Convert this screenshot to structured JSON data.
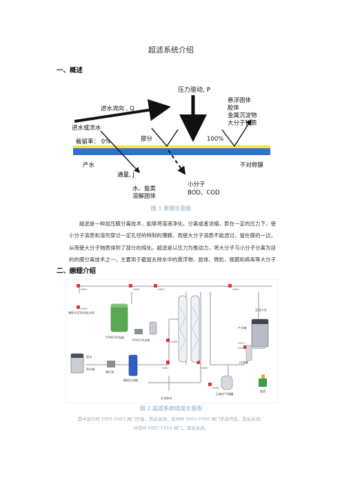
{
  "doc_title": "超滤系统介绍",
  "section1": {
    "heading": "一、概述"
  },
  "figure1": {
    "pressure_label": "压力驱动, P",
    "flow_in_label": "进水流向 , Q",
    "feed_label": "进水或浓水",
    "retention_label": "截留率：  0%",
    "partial_label": "部分",
    "full_label": "100%",
    "retained_title": "悬浮固体",
    "retained_items": [
      "胶体",
      "金属沉淀物",
      "大分子物质"
    ],
    "product_label": "产水",
    "asym_label": "不对称膜",
    "flux_label": "通量, J",
    "water_label": "水、盐类",
    "dissolved_label": "溶解固体",
    "small_label": "小分子",
    "bod_label": "BOD、COD",
    "membrane_color": "#2f6fd0",
    "membrane_top_color": "#f2e24a",
    "caption": "图 1  原理示意图"
  },
  "paragraph1": "超滤是一种加压膜分离技术，能够将溶液净化、分离或者浓缩，即在一定的压力下，使小分子溶质和溶剂穿过一定孔径的特制的薄膜，而使大分子溶质不能透过，留在膜的一边，从而使大分子物质得到了部分的纯化。超滤是以压力为推动力，将大分子与小分子分离为目的的膜分离技术之一，主要用于截留去除水中的悬浮物、胶体、微粒、细菌和病毒等大分子物质。",
  "section2": {
    "heading": "二、原理介绍"
  },
  "figure2": {
    "labels": {
      "top_left": "辅助水反洗进出水阀",
      "tank_label": "1TMCF冲洗器",
      "tank2_label": "1TMCF冲洗泵",
      "raw_tank": "原水",
      "raw_tank2": "原水箱",
      "pump": "增压泵",
      "filter": "精密过滤器",
      "drain_bottom": "反洗排水",
      "reservoir": "压缩空气储罐",
      "product_tank": "产水箱",
      "product_out": "至用水点",
      "filter2": "过滤罐",
      "pump2": "加药"
    },
    "valves": [
      "V001",
      "V002",
      "V003",
      "V004",
      "V005",
      "V006",
      "V007",
      "V008",
      "V009",
      "V010"
    ],
    "caption": "图 2  超滤系统组成示意图",
    "note1": "其中运行时 V001-V003 阀门开启，其余关闭；反冲时 V001-V006 阀门开启开启，其余关闭；",
    "note2": "冲洗时 V007-V010 阀门，其余关闭。"
  }
}
